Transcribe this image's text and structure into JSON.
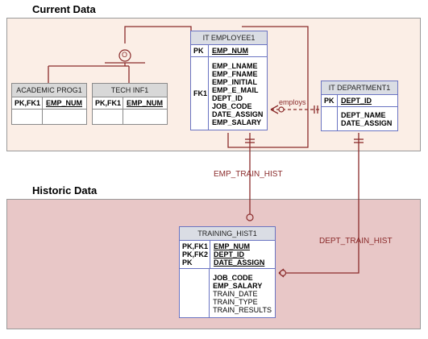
{
  "sections": {
    "current": "Current Data",
    "historic": "Historic Data"
  },
  "entities": {
    "employee": {
      "title": "IT EMPLOYEE1",
      "pk_label": "PK",
      "pk_attr": "EMP_NUM",
      "fk_label": "FK1",
      "attrs": [
        "EMP_LNAME",
        "EMP_FNAME",
        "EMP_INITIAL",
        "EMP_E_MAIL",
        "DEPT_ID",
        "JOB_CODE",
        "DATE_ASSIGN",
        "EMP_SALARY"
      ]
    },
    "academic": {
      "title": "ACADEMIC PROG1",
      "key_label": "PK,FK1",
      "attr": "EMP_NUM"
    },
    "tech": {
      "title": "TECH INF1",
      "key_label": "PK,FK1",
      "attr": "EMP_NUM"
    },
    "department": {
      "title": "IT DEPARTMENT1",
      "pk_label": "PK",
      "pk_attr": "DEPT_ID",
      "attrs": [
        "DEPT_NAME",
        "DATE_ASSIGN"
      ]
    },
    "training": {
      "title": "TRAINING_HIST1",
      "key_labels": [
        "PK,FK1",
        "PK,FK2",
        "PK"
      ],
      "key_attrs": [
        "EMP_NUM",
        "DEPT_ID",
        "DATE_ASSIGN"
      ],
      "bold_attrs": [
        "JOB_CODE",
        "EMP_SALARY"
      ],
      "plain_attrs": [
        "TRAIN_DATE",
        "TRAIN_TYPE",
        "TRAIN_RESULTS"
      ]
    }
  },
  "relationships": {
    "employs": "employs",
    "emp_train_hist": "EMP_TRAIN_HIST",
    "dept_train_hist": "DEPT_TRAIN_HIST"
  },
  "subtype_symbol": "O",
  "colors": {
    "entity_border": "#6a74c2",
    "relationship": "#8a2b2b",
    "current_bg": "#fbeee6",
    "historic_bg": "#e8c7c7"
  }
}
